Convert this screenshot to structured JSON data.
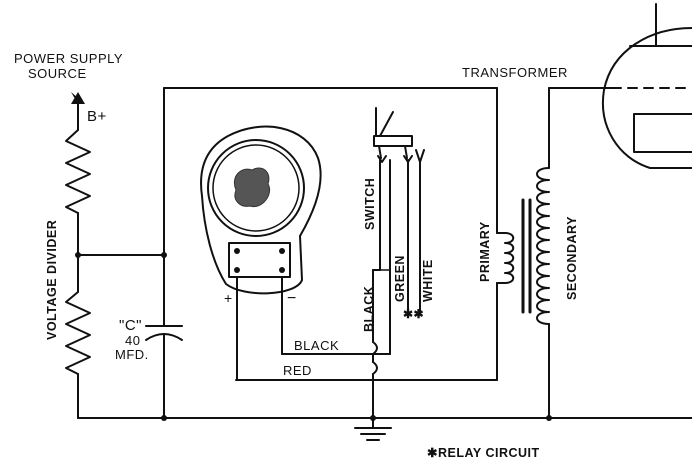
{
  "labels": {
    "power_supply_line1": "POWER SUPPLY",
    "power_supply_line2": "SOURCE",
    "b_plus": "B+",
    "voltage_divider": "VOLTAGE DIVIDER",
    "capacitor_c": "\"C\"",
    "capacitor_value": "40",
    "capacitor_unit": "MFD.",
    "transformer": "TRANSFORMER",
    "primary": "PRIMARY",
    "secondary": "SECONDARY",
    "switch": "SWITCH",
    "black_vertical": "BLACK",
    "green": "GREEN",
    "white": "WHITE",
    "black_horizontal": "BLACK",
    "red": "RED",
    "plus": "+",
    "minus": "−",
    "relay_circuit": "✱RELAY CIRCUIT",
    "relay_marker": "✱✱"
  }
}
